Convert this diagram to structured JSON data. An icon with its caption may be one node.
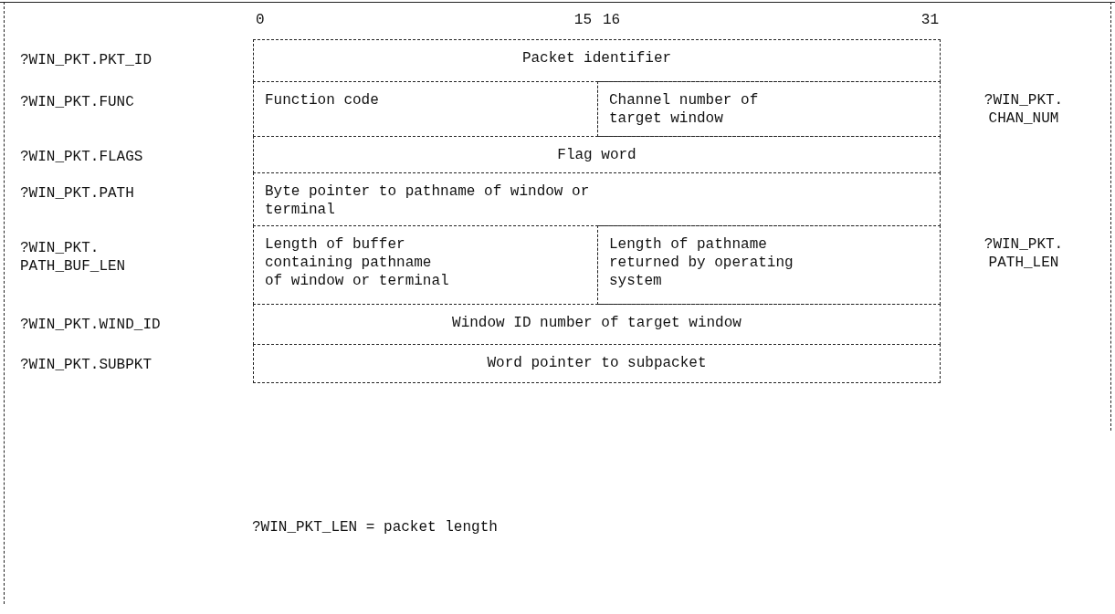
{
  "diagram": {
    "nodes": [
      {
        "text": [
          "Packet identifier"
        ]
      },
      {
        "text": [
          "Function code"
        ]
      },
      {
        "text": [
          "Channel number of target window"
        ],
        "beside": [
          "?WIN_PKT. CHAN_NUM"
        ]
      },
      {
        "text": [
          "Flag word"
        ]
      },
      {
        "text": [
          "Byte pointer to pathname of window or terminal"
        ]
      },
      {
        "text": [
          "Length of buffer containing pathname of window or terminal"
        ]
      },
      {
        "text": [
          "Length of pathname returned by operating system"
        ],
        "beside": [
          "?WIN_PKT. PATH_LEN"
        ]
      },
      {
        "text": [
          "Window ID number of target window"
        ]
      },
      {
        "text": [
          "Word pointer to subpacket"
        ]
      }
    ],
    "labels": [
      "0",
      "15",
      "16",
      "31",
      "?WIN_PKT.PKT_ID",
      "?WIN_PKT.FUNC",
      "?WIN_PKT.FLAGS",
      "?WIN_PKT.PATH",
      "?WIN_PKT. PATH_BUF_LEN",
      "?WIN_PKT.WIND_ID",
      "?WIN_PKT.SUBPKT",
      "?WIN_PKT_LEN = packet length"
    ]
  }
}
